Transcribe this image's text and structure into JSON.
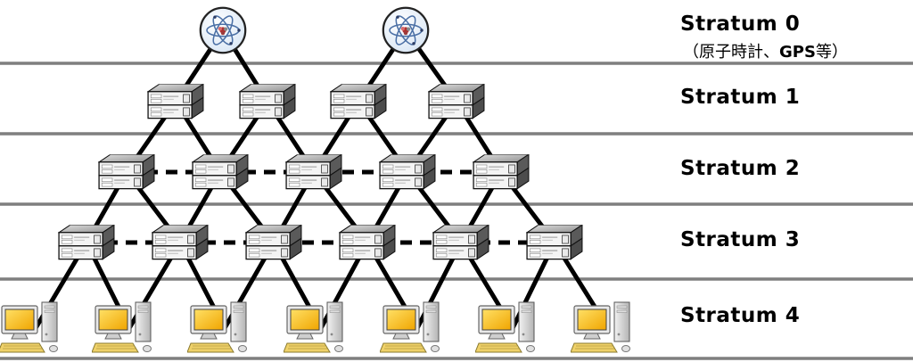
{
  "strata": [
    {
      "label": "Stratum 0",
      "sublabel_pre": "（原子時計、",
      "sublabel_bold": "GPS",
      "sublabel_post": "等）",
      "node_type": "atomic-clock",
      "node_count": 2
    },
    {
      "label": "Stratum 1",
      "node_type": "ntp-server",
      "node_count": 4
    },
    {
      "label": "Stratum 2",
      "node_type": "ntp-server",
      "node_count": 5
    },
    {
      "label": "Stratum 3",
      "node_type": "ntp-server",
      "node_count": 6
    },
    {
      "label": "Stratum 4",
      "node_type": "client-computer",
      "node_count": 7
    }
  ],
  "colors": {
    "connection_line": "#000000",
    "separator_line": "#7f7f7f",
    "monitor_screen": "#f0b400",
    "label_text": "#000000"
  }
}
